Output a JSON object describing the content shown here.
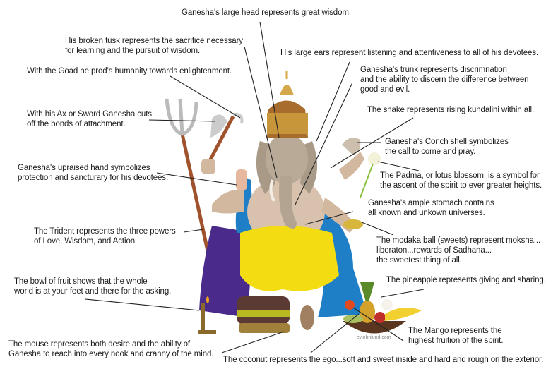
{
  "labels": {
    "head": [
      "Ganesha's large head represents great wisdom."
    ],
    "tusk": [
      "His broken tusk represents the sacrifice necessary",
      "for learning and the pursuit of wisdom."
    ],
    "goad": [
      "With the Goad he prod's humanity towards enlightenment."
    ],
    "ax": [
      "With his Ax or Sword Ganesha cuts",
      "off the bonds of attachment."
    ],
    "hand": [
      "Ganesha's upraised hand symbolizes",
      "protection and sancturary for his devotees."
    ],
    "trident": [
      "The Trident represents the three powers",
      "of Love, Wisdom, and Action."
    ],
    "bowl": [
      "The bowl of fruit shows that the whole",
      "world is at your feet and there for the asking."
    ],
    "mouse": [
      "The mouse represents both desire and the ability of",
      "Ganesha to reach into every nook and cranny of the mind."
    ],
    "coconut": [
      "The coconut represents the ego...soft and sweet inside and hard and rough on the exterior."
    ],
    "ears": [
      "His large ears represent listening and attentiveness to all of his devotees."
    ],
    "trunk": [
      "Ganesha's trunk represents discrimnation",
      "and the ability to discern the difference between",
      "good and evil."
    ],
    "snake": [
      "The snake represents rising kundalini within all."
    ],
    "conch": [
      "Ganesha's Conch shell symbolizes",
      "the call to come and pray."
    ],
    "padma": [
      "The Padma, or lotus blossom, is a symbol for",
      "the ascent of the spirit to ever greater heights."
    ],
    "stomach": [
      "Ganesha's ample stomach contains",
      "all known and unkown universes."
    ],
    "modaka": [
      "The modaka ball (sweets) represent moksha...",
      "liberaton...rewards of Sadhana...",
      "the sweetest thing of all."
    ],
    "pineapple": [
      "The pineapple represents giving and sharing."
    ],
    "mango": [
      "The Mango represents the",
      "highest fruition of the spirit."
    ]
  },
  "watermark": "cyjohnlund.com",
  "colors": {
    "text": "#1a1a1a",
    "leader_line": "#222222",
    "crown_gold": "#c8963a",
    "skin_grey": "#b9aa98",
    "sari_blue": "#1f7fc6",
    "dhoti_yellow": "#f3dd12",
    "cloth_purple": "#4a2b8c"
  }
}
